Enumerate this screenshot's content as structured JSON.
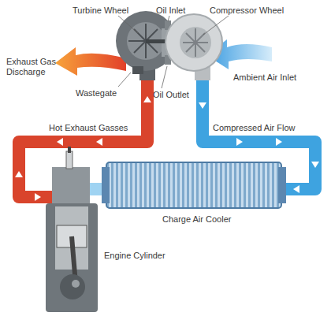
{
  "diagram": {
    "labels": [
      "Turbine Wheel",
      "Oil Inlet",
      "Compressor Wheel",
      "Exhaust Gas Discharge",
      "Ambient Air Inlet",
      "Wastegate",
      "Oil Outlet",
      "Hot Exhaust Gasses",
      "Compressed Air Flow",
      "Charge Air Cooler",
      "Engine Cylinder"
    ]
  }
}
